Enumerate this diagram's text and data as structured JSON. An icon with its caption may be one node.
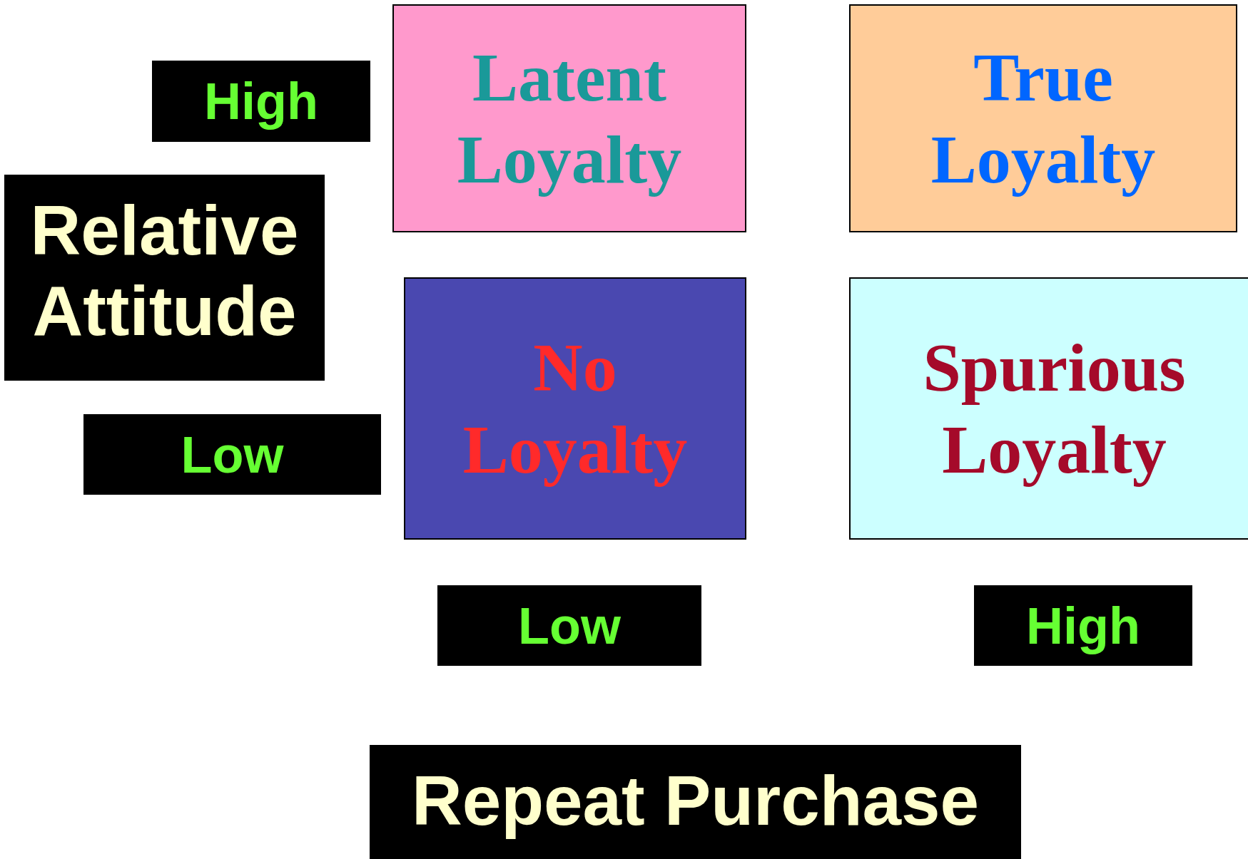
{
  "diagram": {
    "nodes": [
      {
        "text": [
          "High"
        ]
      },
      {
        "text": [
          "Latent Loyalty"
        ]
      },
      {
        "text": [
          "True Loyalty"
        ]
      },
      {
        "text": [
          "Relative Attitude"
        ]
      },
      {
        "text": [
          "No Loyalty"
        ]
      },
      {
        "text": [
          "Spurious Loyalty"
        ]
      },
      {
        "text": [
          "Low"
        ]
      },
      {
        "text": [
          "Low"
        ]
      },
      {
        "text": [
          "High"
        ]
      },
      {
        "text": [
          "Repeat Purchase"
        ]
      }
    ]
  }
}
